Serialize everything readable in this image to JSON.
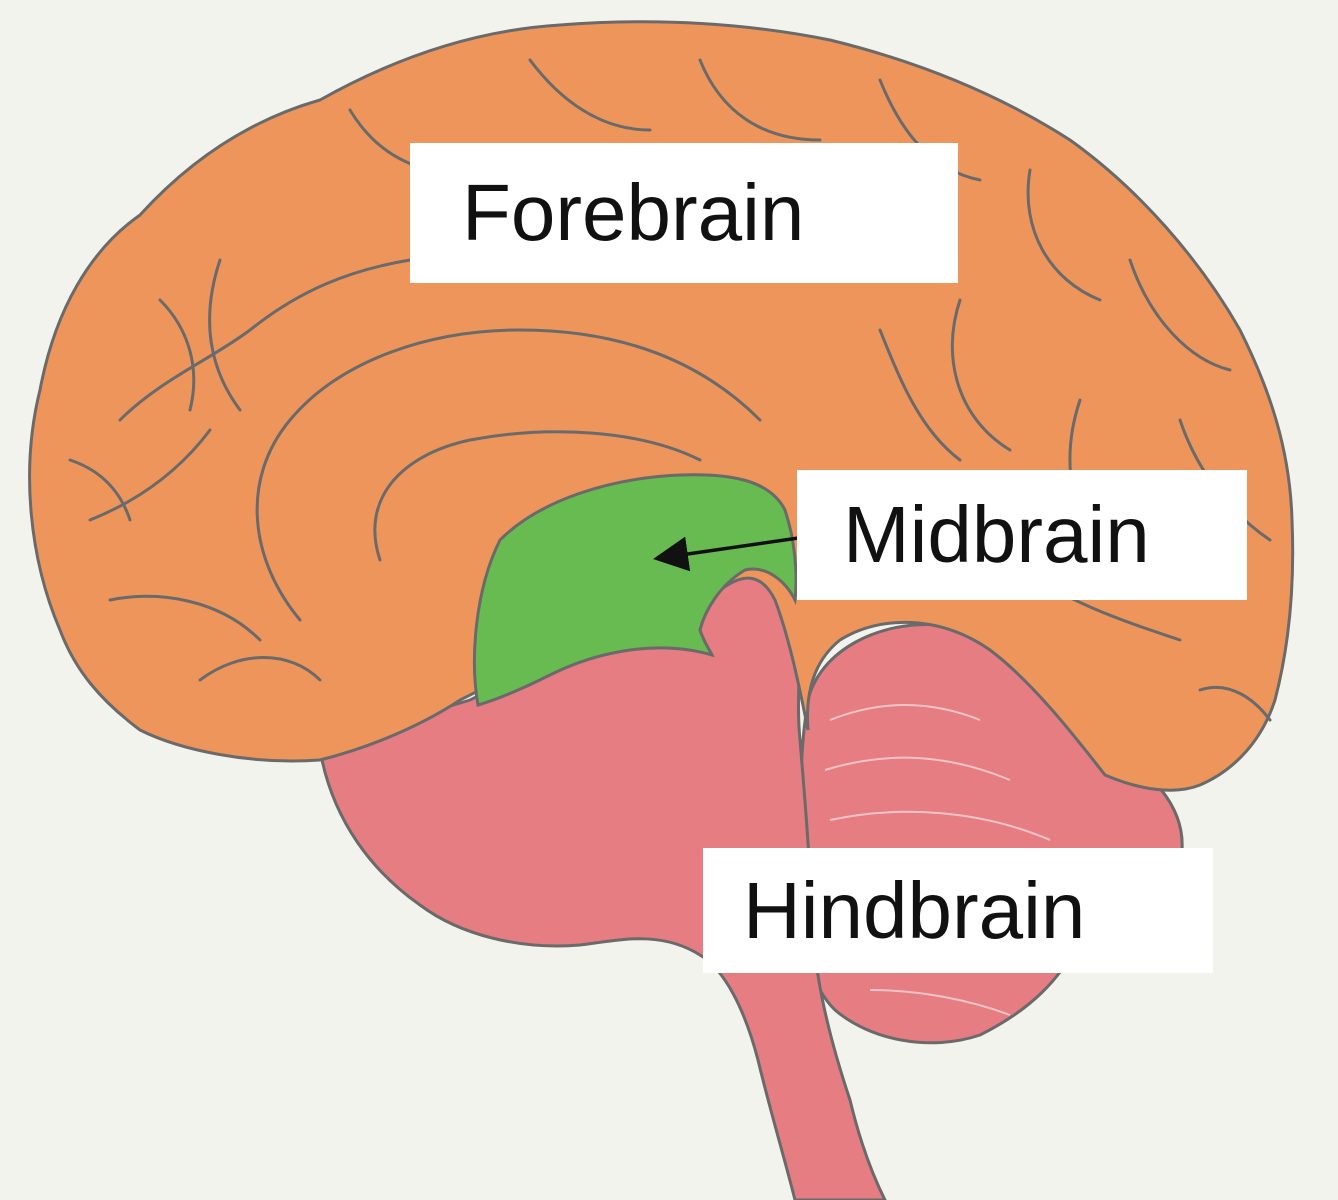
{
  "diagram": {
    "colors": {
      "background": "#f3f3ee",
      "forebrain": "#ee955c",
      "midbrain": "#67bb50",
      "hindbrain": "#e57d83",
      "outline": "#6a6a6a",
      "label_box": "#ffffff",
      "label_text": "#111111"
    },
    "labels": {
      "forebrain": "Forebrain",
      "midbrain": "Midbrain",
      "hindbrain": "Hindbrain"
    }
  }
}
